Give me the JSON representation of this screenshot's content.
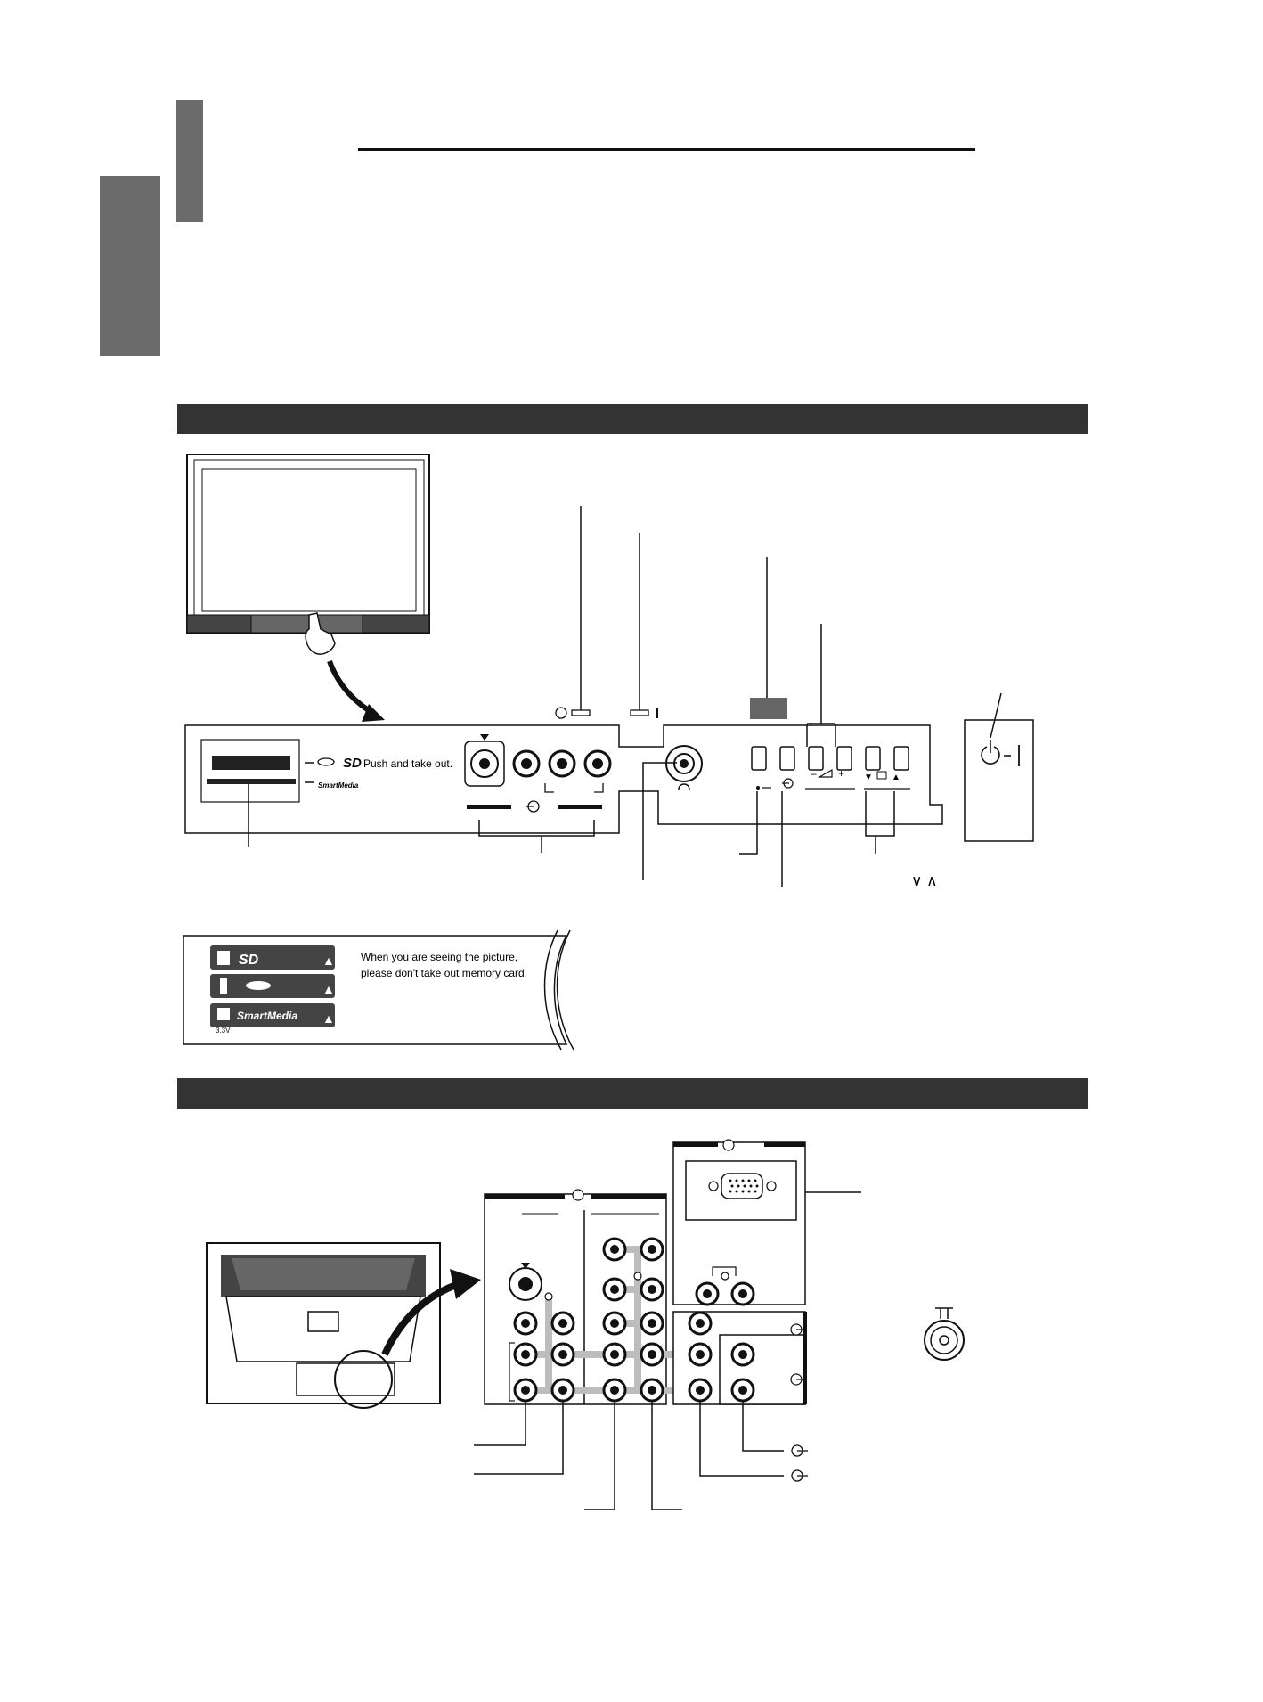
{
  "front_panel": {
    "card_slot_label": "Push and take out.",
    "smartmedia_logo": "SmartMedia",
    "sd_logo": "SD",
    "symbol_minus": "–",
    "symbol_plus": "+",
    "symbol_down": "▼",
    "symbol_up": "▲",
    "symbol_chevrons": "∨ ∧"
  },
  "card_notice": {
    "line1": "When you are seeing the picture,",
    "line2": "please don't take out memory card.",
    "voltage": "3.3V",
    "smartmedia_logo": "SmartMedia",
    "sd_logo": "SD",
    "eject_symbol": "▲"
  },
  "icons": [
    "power-icon",
    "timer-icon",
    "input-icon",
    "volume-icon",
    "headphone-icon",
    "antenna-icon",
    "sd-card-icon",
    "memory-stick-icon",
    "smartmedia-card-icon",
    "vga-port-icon",
    "s-video-port-icon",
    "rca-jack-icon",
    "output-arrow-icon"
  ],
  "colors": {
    "section_band": "#333333",
    "side_tab": "#6b6b6b",
    "line": "#111111",
    "connector_bar": "#bdbdbd"
  }
}
